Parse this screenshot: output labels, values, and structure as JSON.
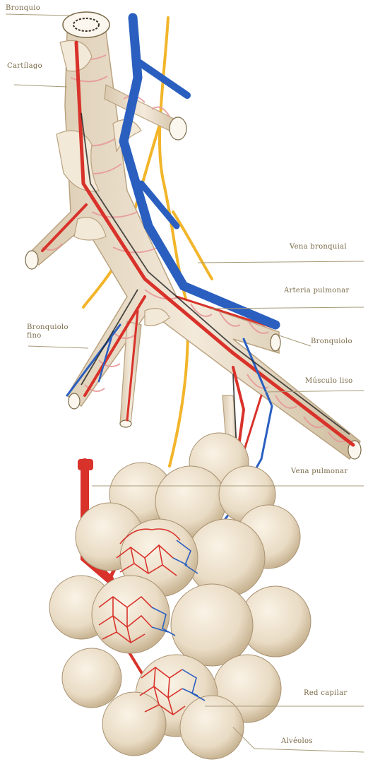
{
  "labels": {
    "bronquio": "Bronquio",
    "cartilago": "Cartílago",
    "vena_bronquial": "Vena bronquial",
    "arteria_pulmonar": "Arteria pulmonar",
    "bronquiolo_fino": "Bronquiolo fino",
    "bronquiolo": "Bronquiolo",
    "musculo_liso": "Músculo liso",
    "vena_pulmonar": "Vena pulmonar",
    "red_capilar": "Red capilar",
    "alveolos": "Alvéolos"
  },
  "colors": {
    "artery": "#d8322a",
    "vein": "#2a5fc0",
    "nerve": "#f2b52a",
    "cartilage": "#efe2cf",
    "alveolus": "#ede0cc",
    "leader": "#a89a78"
  }
}
